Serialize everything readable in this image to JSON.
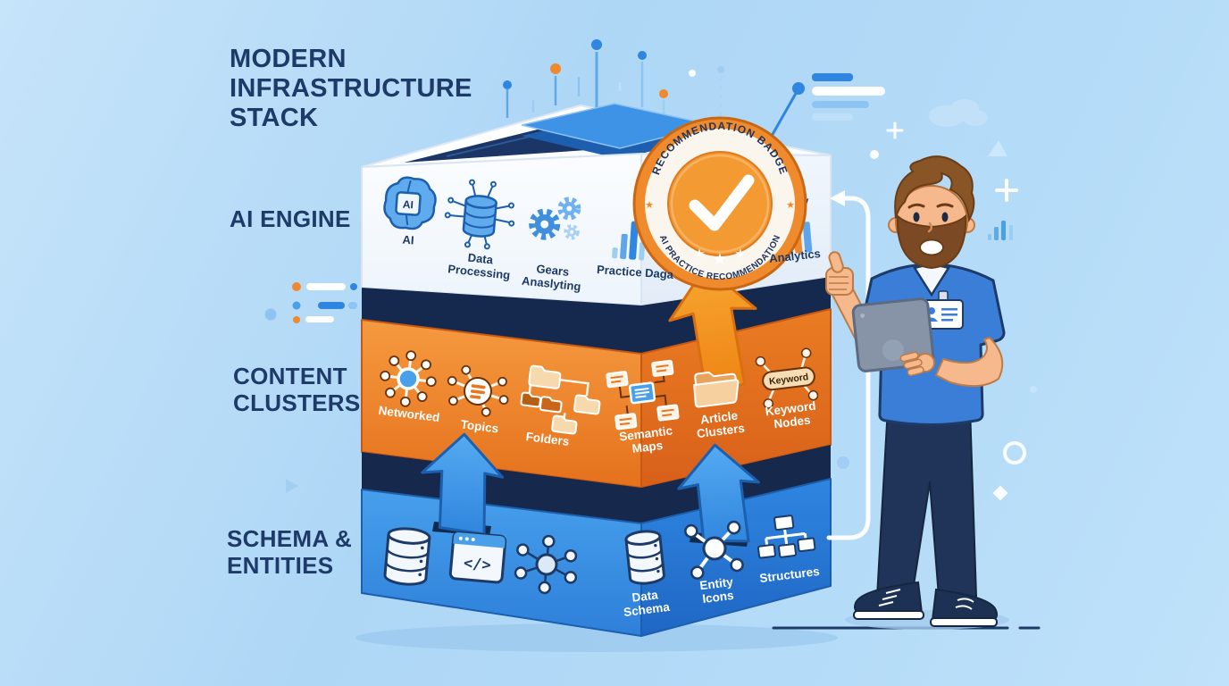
{
  "title": "MODERN INFRASTRUCTURE STACK",
  "layers": [
    {
      "name": "AI ENGINE",
      "items": [
        {
          "icon": "ai-brain-icon",
          "label": "AI",
          "chip": "AI"
        },
        {
          "icon": "data-processing-icon",
          "label": "Data Processing"
        },
        {
          "icon": "gears-icon",
          "label": "Gears Anaslyting"
        },
        {
          "icon": "practice-data-chart-icon",
          "label": "Practice Daga"
        },
        {
          "icon": "analytics-chart-icon",
          "label": "Analytics"
        }
      ]
    },
    {
      "name": "CONTENT CLUSTERS",
      "items": [
        {
          "icon": "networked-hub-icon",
          "label": "Networked"
        },
        {
          "icon": "topics-icon",
          "label": "Topics"
        },
        {
          "icon": "folders-icon",
          "label": "Folders"
        },
        {
          "icon": "semantic-maps-icon",
          "label": "Semantic Maps"
        },
        {
          "icon": "article-clusters-folder-icon",
          "label": "Article Clusters"
        },
        {
          "icon": "keyword-nodes-icon",
          "label": "Keyword Nodes",
          "pill": "Keyword"
        }
      ]
    },
    {
      "name": "SCHEMA & ENTITIES",
      "items": [
        {
          "icon": "database-icon"
        },
        {
          "icon": "code-window-icon",
          "glyph": "</>"
        },
        {
          "icon": "node-network-icon"
        },
        {
          "icon": "data-schema-database-icon",
          "label": "Data Schema"
        },
        {
          "icon": "entity-network-icon",
          "label": "Entity Icons"
        },
        {
          "icon": "structures-tree-icon",
          "label": "Structures"
        }
      ]
    }
  ],
  "badge": {
    "arc_top": "RECOMMENDATION BADGE",
    "arc_bottom": "AI PRACTICE RECOMMENDATION",
    "star": "★"
  },
  "colors": {
    "background": "#b5dcf8",
    "title_text": "#1d3a68",
    "ai_layer": "#f7fbfe",
    "content_layer": "#ed7d23",
    "schema_layer": "#2e86e0",
    "badge_orange": "#ef8b2d",
    "navy": "#1d3a68"
  }
}
